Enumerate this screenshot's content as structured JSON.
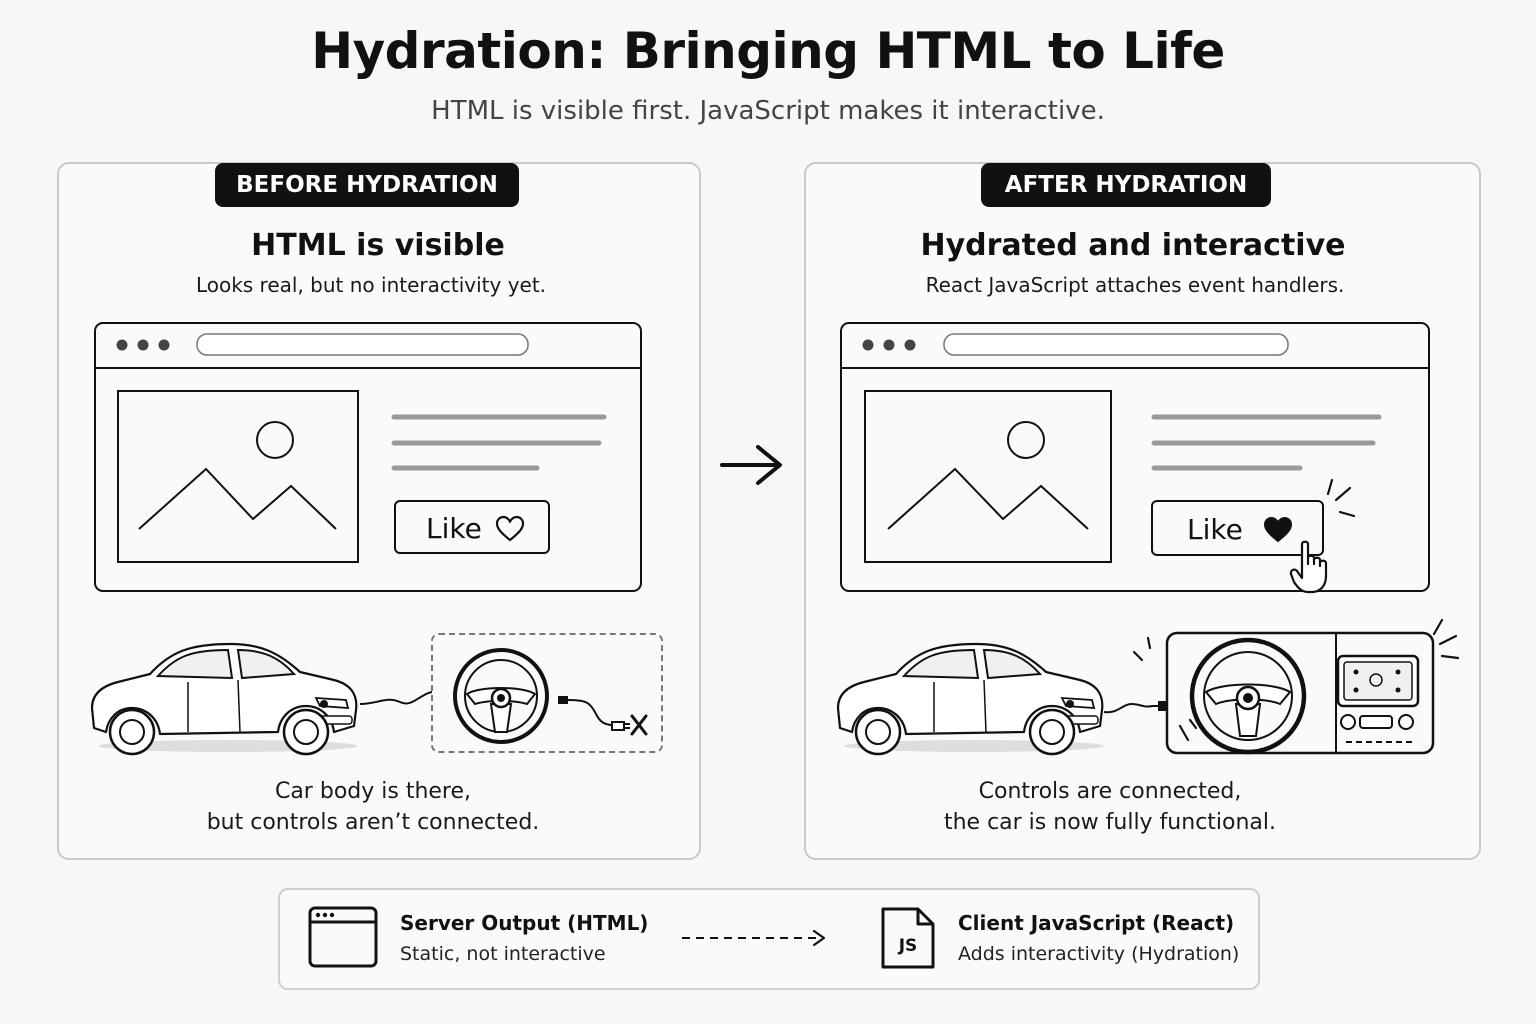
{
  "header": {
    "title": "Hydration: Bringing HTML to Life",
    "subtitle": "HTML is visible first. JavaScript makes it interactive."
  },
  "before": {
    "badge": "BEFORE HYDRATION",
    "heading": "HTML is visible",
    "description": "Looks real, but no interactivity yet.",
    "like_label": "Like",
    "caption_line1": "Car body is there,",
    "caption_line2": "but controls aren’t connected."
  },
  "after": {
    "badge": "AFTER HYDRATION",
    "heading": "Hydrated and interactive",
    "description": "React JavaScript attaches event handlers.",
    "like_label": "Like",
    "caption_line1": "Controls are connected,",
    "caption_line2": "the car is now fully functional."
  },
  "legend": {
    "server_title": "Server Output (HTML)",
    "server_desc": "Static, not interactive",
    "client_title": "Client JavaScript (React)",
    "client_desc": "Adds interactivity (Hydration)",
    "js_label": "JS"
  },
  "icons": {
    "window_dots": "window-dots-icon",
    "image_placeholder": "image-placeholder-icon",
    "heart_outline": "heart-outline-icon",
    "heart_filled": "heart-filled-icon",
    "hand_pointer": "hand-pointer-icon",
    "car": "car-icon",
    "steering_wheel": "steering-wheel-icon",
    "disconnected_plug": "disconnected-plug-icon",
    "dashboard": "dashboard-icon",
    "arrow_right": "arrow-right-icon",
    "browser_window": "browser-window-icon",
    "js_file": "js-file-icon"
  },
  "colors": {
    "ink": "#111111",
    "panel_border": "#c9c9c9",
    "muted_line": "#9a9a9a",
    "background": "#f7f7f7"
  }
}
